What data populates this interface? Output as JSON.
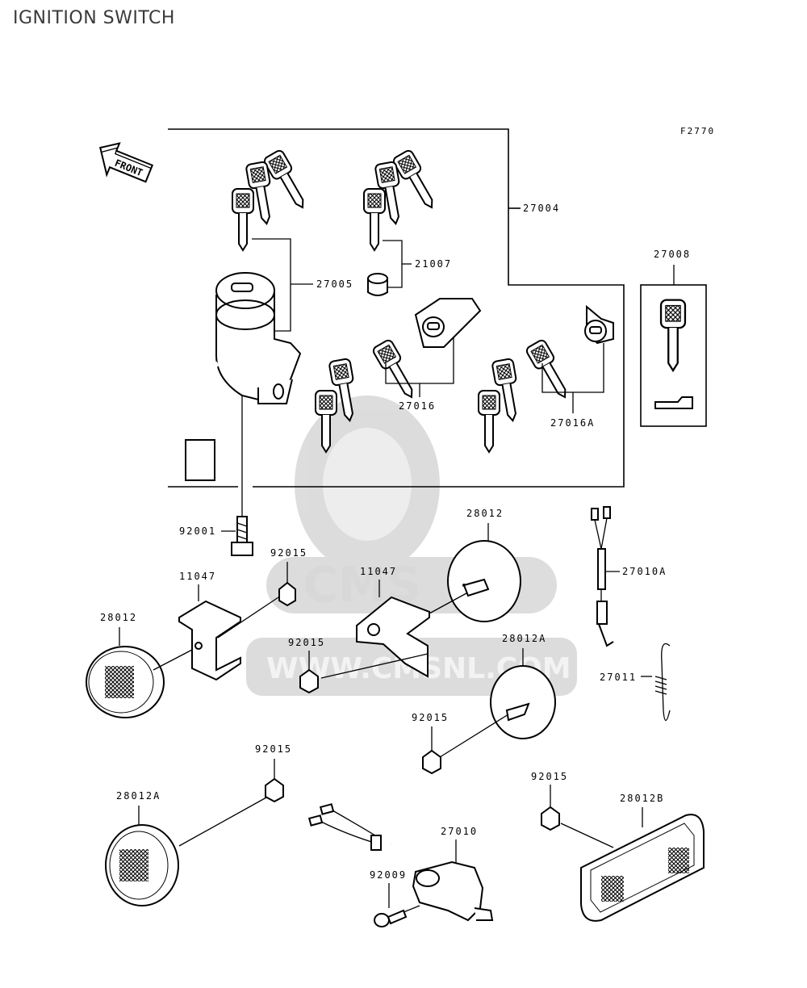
{
  "title": "IGNITION SWITCH",
  "figure_code": "F2770",
  "front_label": "FRONT",
  "watermark": {
    "logo_text": "CMS",
    "url_text": "WWW.CMSNL.COM"
  },
  "parts": [
    {
      "id": "p27004",
      "number": "27004"
    },
    {
      "id": "p27005",
      "number": "27005"
    },
    {
      "id": "p21007",
      "number": "21007"
    },
    {
      "id": "p27008",
      "number": "27008"
    },
    {
      "id": "p27016",
      "number": "27016"
    },
    {
      "id": "p27016a",
      "number": "27016A"
    },
    {
      "id": "p92001",
      "number": "92001"
    },
    {
      "id": "p92015a",
      "number": "92015"
    },
    {
      "id": "p11047a",
      "number": "11047"
    },
    {
      "id": "p11047b",
      "number": "11047"
    },
    {
      "id": "p28012a",
      "number": "28012"
    },
    {
      "id": "p28012b",
      "number": "28012"
    },
    {
      "id": "p92015b",
      "number": "92015"
    },
    {
      "id": "p27010a",
      "number": "27010A"
    },
    {
      "id": "p28012a2",
      "number": "28012A"
    },
    {
      "id": "p27011",
      "number": "27011"
    },
    {
      "id": "p92015c",
      "number": "92015"
    },
    {
      "id": "p92015d",
      "number": "92015"
    },
    {
      "id": "p28012a3",
      "number": "28012A"
    },
    {
      "id": "p92015e",
      "number": "92015"
    },
    {
      "id": "p28012b2",
      "number": "28012B"
    },
    {
      "id": "p27010",
      "number": "27010"
    },
    {
      "id": "p92009",
      "number": "92009"
    }
  ]
}
